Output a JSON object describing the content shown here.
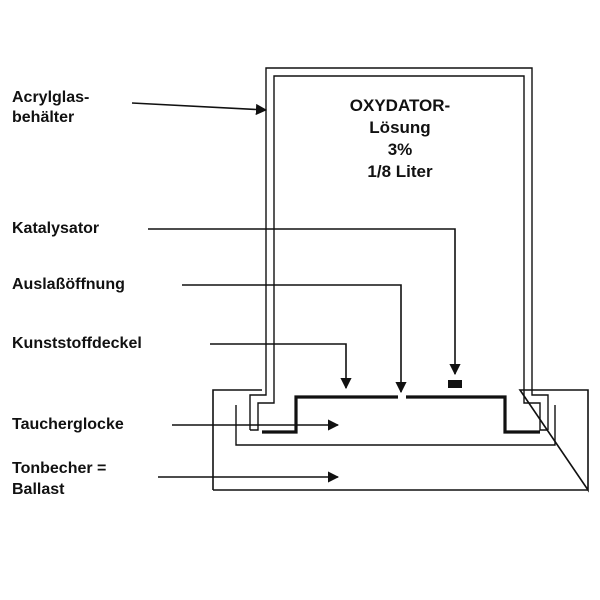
{
  "labels": {
    "acrylic_line1": "Acrylglas-",
    "acrylic_line2": "behälter",
    "catalyst": "Katalysator",
    "outlet": "Auslaßöffnung",
    "lid": "Kunststoffdeckel",
    "bell": "Taucherglocke",
    "ballast_line1": "Tonbecher =",
    "ballast_line2": "Ballast"
  },
  "solution": {
    "line1": "OXYDATOR-",
    "line2": "Lösung",
    "line3": "3%",
    "line4": "1/8 Liter"
  },
  "colors": {
    "ink": "#111111",
    "background": "#ffffff"
  }
}
